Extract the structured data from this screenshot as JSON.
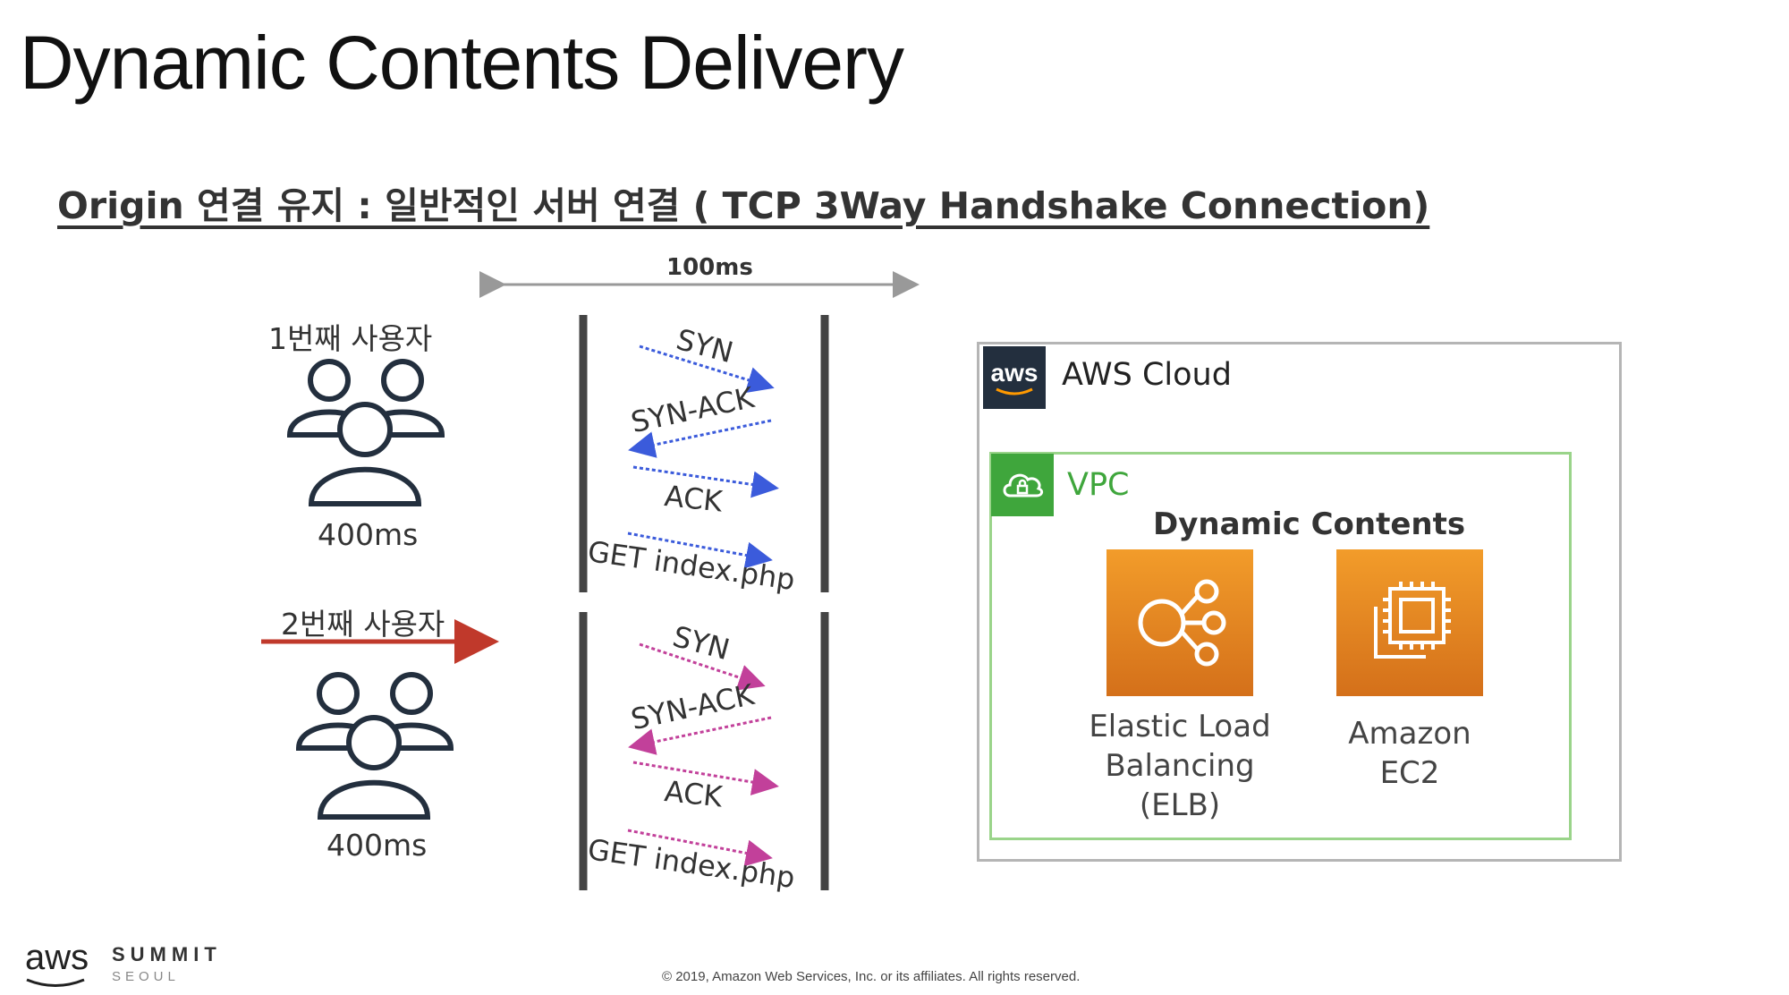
{
  "slide": {
    "title": "Dynamic Contents Delivery",
    "subtitle": "Origin 연결 유지 : 일반적인 서버 연결 ( TCP 3Way Handshake Connection)"
  },
  "timing": {
    "window_label": "100ms"
  },
  "user_groups": [
    {
      "label": "1번째 사용자",
      "latency": "400ms"
    },
    {
      "label": "2번째 사용자",
      "latency": "400ms"
    }
  ],
  "handshakes": [
    {
      "color": "#3b5bdb",
      "messages": [
        "SYN",
        "SYN-ACK",
        "ACK",
        "GET index.php"
      ]
    },
    {
      "color": "#c2409a",
      "messages": [
        "SYN",
        "SYN-ACK",
        "ACK",
        "GET index.php"
      ]
    }
  ],
  "aws": {
    "cloud_label": "AWS Cloud",
    "logo_text": "aws",
    "vpc_label": "VPC",
    "group_title": "Dynamic Contents",
    "services": [
      {
        "name": "Elastic Load\nBalancing\n(ELB)",
        "icon": "elb-icon"
      },
      {
        "name": "Amazon\nEC2",
        "icon": "ec2-icon"
      }
    ]
  },
  "colors": {
    "arrow_red": "#c0392b",
    "vpc_green": "#3fa63c",
    "aws_dark": "#232f3e",
    "service_orange": "#e8841f"
  },
  "footer": {
    "copyright": "© 2019, Amazon Web Services, Inc. or its affiliates. All rights reserved.",
    "brand": "aws",
    "event": "SUMMIT",
    "city": "SEOUL"
  }
}
